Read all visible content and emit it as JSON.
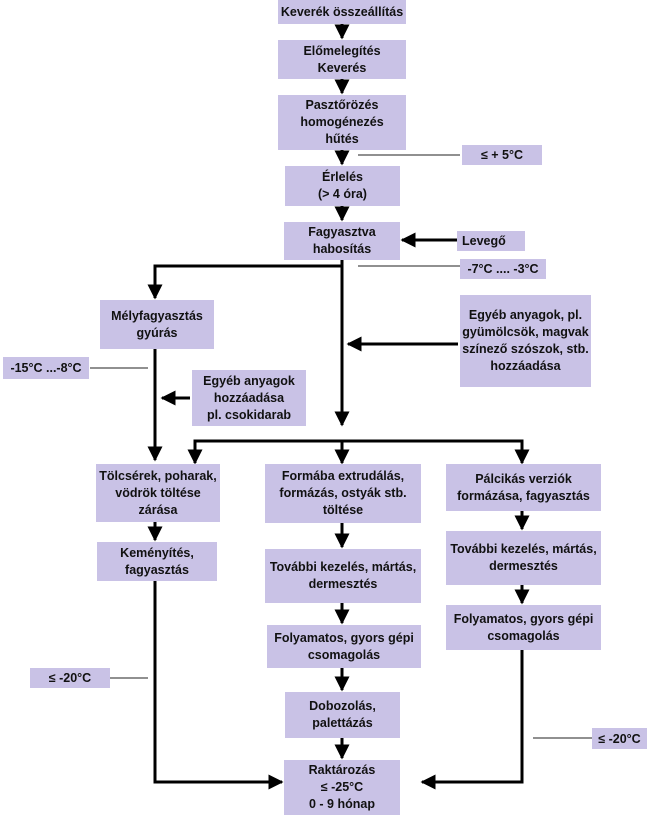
{
  "nodes": {
    "mix": [
      "Keverék összeállítás"
    ],
    "preheat": [
      "Előmelegítés",
      "Keverés"
    ],
    "pasteur": [
      "Pasztőrözés",
      "homogénezés",
      "hűtés"
    ],
    "aging": [
      "Érlelés",
      "(> 4 óra)"
    ],
    "freeze": [
      "Fagyasztva",
      "habosítás"
    ],
    "deepfreeze": [
      "Mélyfagyasztás",
      "gyúrás"
    ],
    "other_left": [
      "Egyéb anyagok",
      "hozzáadása",
      "pl. csokidarab"
    ],
    "other_right": [
      "Egyéb anyagok, pl.",
      "gyümölcsök, magvak",
      "színező szószok, stb.",
      "hozzáadása"
    ],
    "fill": [
      "Tölcsérek, poharak,",
      "vödrök töltése",
      "zárása"
    ],
    "harden": [
      "Keményítés,",
      "fagyasztás"
    ],
    "extrude": [
      "Formába extrudálás,",
      "formázás, ostyák stb.",
      "töltése"
    ],
    "stick": [
      "Pálcikás verziók",
      "formázása, fagyasztás"
    ],
    "further_mid": [
      "További kezelés, mártás,",
      "dermesztés"
    ],
    "further_right": [
      "További kezelés, mártás,",
      "dermesztés"
    ],
    "pack_mid": [
      "Folyamatos, gyors gépi",
      "csomagolás"
    ],
    "pack_right": [
      "Folyamatos, gyors gépi",
      "csomagolás"
    ],
    "box": [
      "Dobozolás,",
      "palettázás"
    ],
    "storage": [
      "Raktározás",
      "≤ -25°C",
      "0 - 9 hónap"
    ]
  },
  "labels": {
    "air": "Levegő",
    "temp_5": "≤ + 5°C",
    "temp_m7": "-7°C .... -3°C",
    "temp_m15": "-15°C ...-8°C",
    "temp_m20_left": "≤ -20°C",
    "temp_m20_right": "≤ -20°C"
  }
}
